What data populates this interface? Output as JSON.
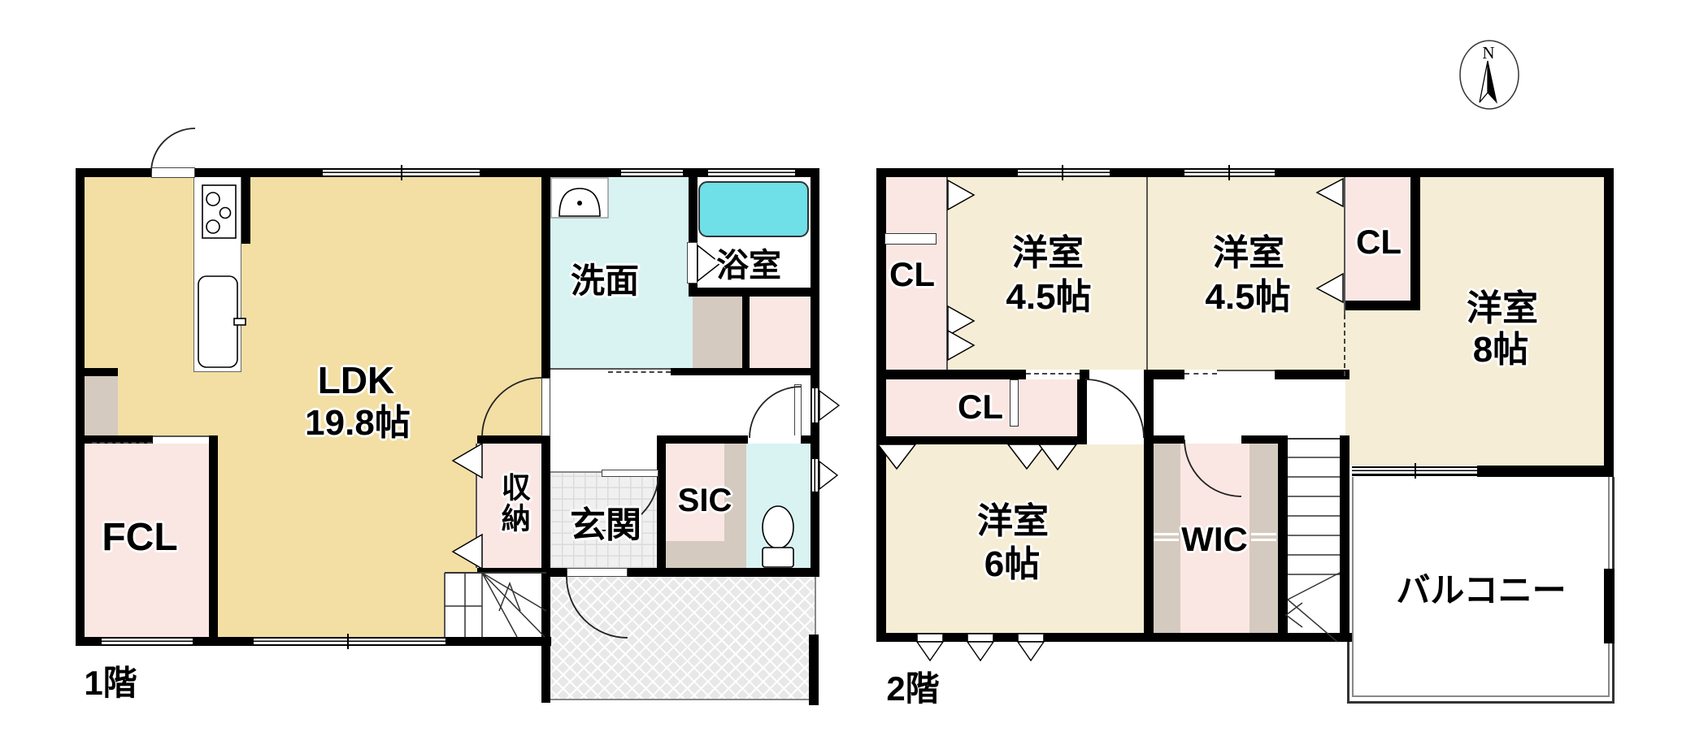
{
  "compass": {
    "north_label": "N"
  },
  "floor1": {
    "floor_label": "1階",
    "ldk": {
      "name": "LDK",
      "size": "19.8帖"
    },
    "washroom": {
      "name": "洗面"
    },
    "bathroom": {
      "name": "浴室"
    },
    "fcl": {
      "name": "FCL"
    },
    "storage": {
      "name": "収納"
    },
    "entrance": {
      "name": "玄関"
    },
    "sic": {
      "name": "SIC"
    }
  },
  "floor2": {
    "floor_label": "2階",
    "closet_nw": {
      "name": "CL"
    },
    "room_45_a": {
      "name": "洋室",
      "size": "4.5帖"
    },
    "room_45_b": {
      "name": "洋室",
      "size": "4.5帖"
    },
    "closet_ne": {
      "name": "CL"
    },
    "room_8": {
      "name": "洋室",
      "size": "8帖"
    },
    "closet_sw": {
      "name": "CL"
    },
    "room_6": {
      "name": "洋室",
      "size": "6帖"
    },
    "wic": {
      "name": "WIC"
    },
    "balcony": {
      "name": "バルコニー"
    }
  },
  "colors": {
    "wall": "#000000",
    "ldk_floor": "#F3DFA4",
    "room_floor": "#F5EDD5",
    "pink_room": "#FAE7E3",
    "cyan_room": "#D9F3F2",
    "bathtub": "#6FDFE8",
    "taupe": "#D4CABF",
    "tile": "#F0F0F0",
    "porch": "#E8E8E8"
  }
}
